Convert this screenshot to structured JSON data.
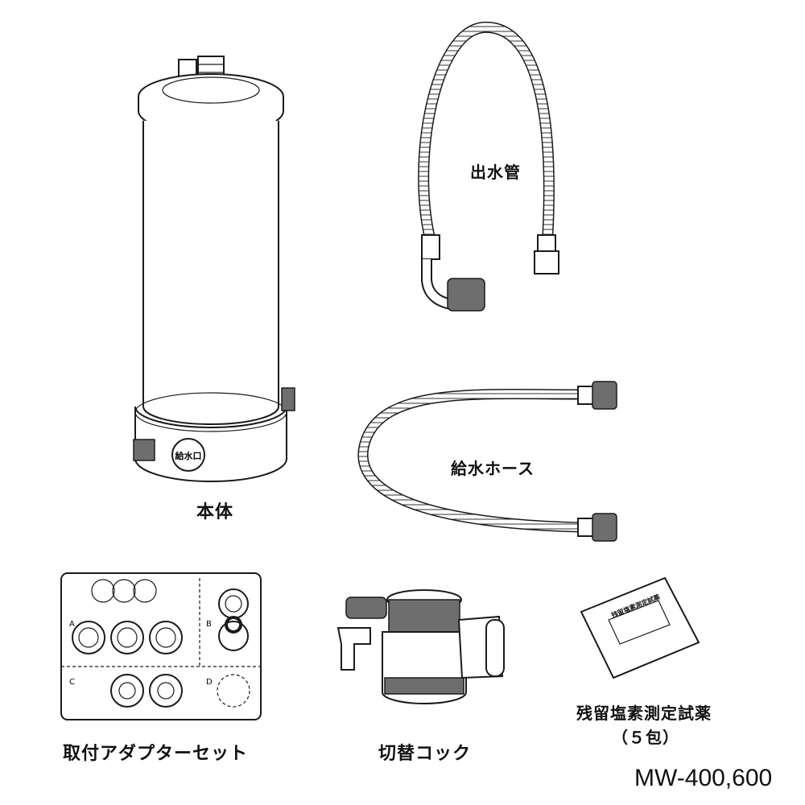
{
  "parts": {
    "main_body": {
      "label": "本体",
      "inlet_mark": "給水口"
    },
    "outlet_pipe": {
      "label": "出水管"
    },
    "supply_hose": {
      "label": "給水ホース"
    },
    "adapter_set": {
      "label": "取付アダプターセット",
      "section_letters": [
        "A",
        "B",
        "C",
        "D"
      ]
    },
    "switch_cock": {
      "label": "切替コック"
    },
    "reagent": {
      "label_line1": "残留塩素測定試薬",
      "label_line2": "（５包）",
      "packet_text": "残留塩素測定試薬"
    }
  },
  "model": "MW-400,600"
}
